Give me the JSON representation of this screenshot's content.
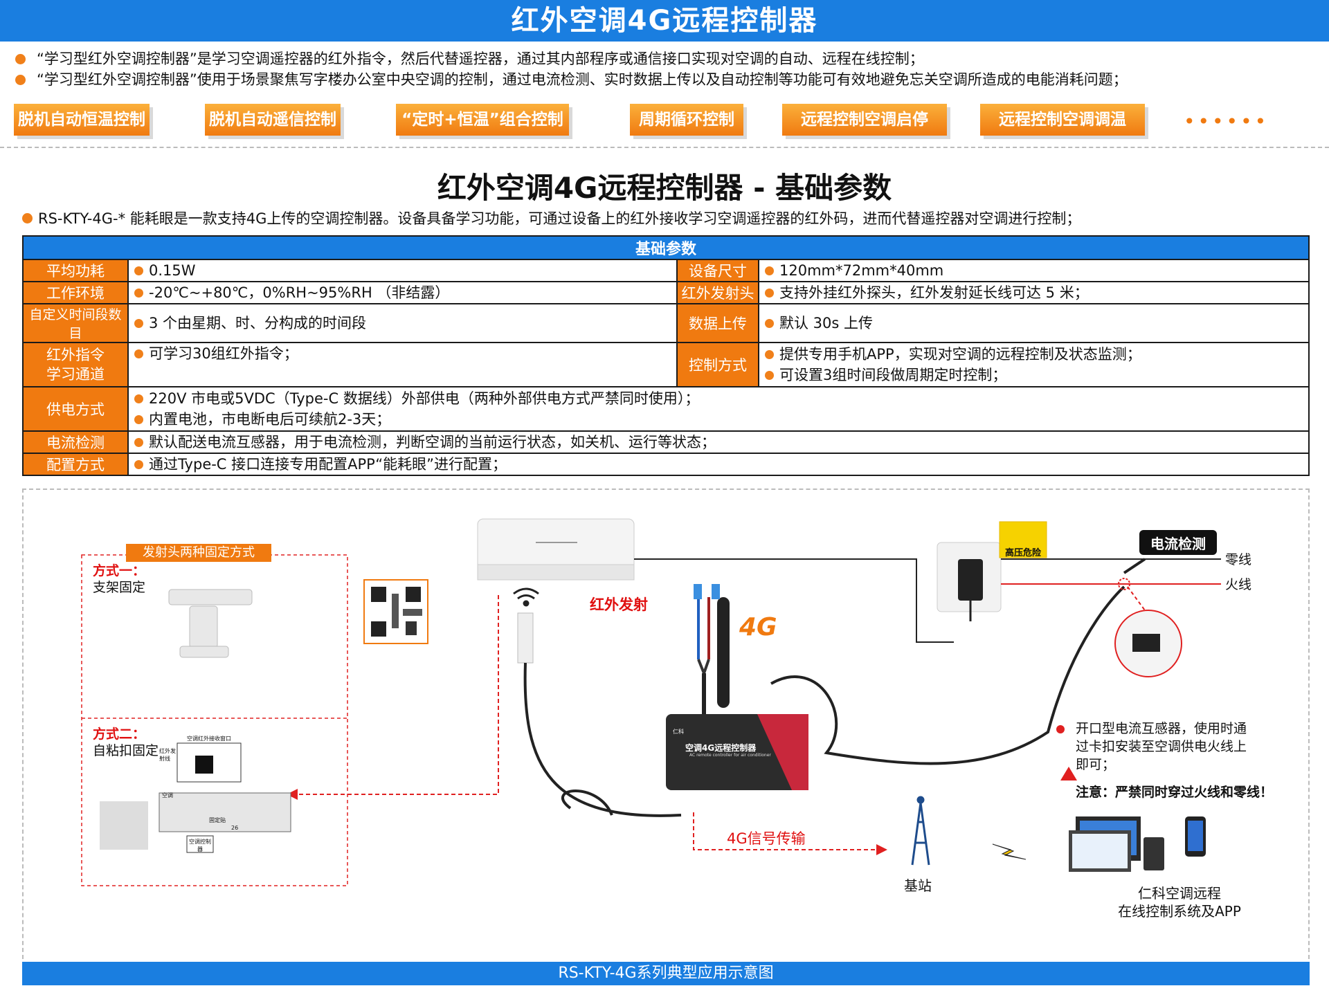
{
  "header": {
    "title": "红外空调4G远程控制器"
  },
  "intro": [
    "“学习型红外空调控制器”是学习空调遥控器的红外指令，然后代替遥控器，通过其内部程序或通信接口实现对空调的自动、远程在线控制；",
    "“学习型红外空调控制器”使用于场景聚焦写字楼办公室中央空调的控制，通过电流检测、实时数据上传以及自动控制等功能可有效地避免忘关空调所造成的电能消耗问题；"
  ],
  "features": [
    "脱机自动恒温控制",
    "脱机自动遥信控制",
    "“定时+恒温”组合控制",
    "周期循环控制",
    "远程控制空调启停",
    "远程控制空调调温"
  ],
  "features_more": "••••••",
  "section": {
    "title": "红外空调4G远程控制器 - 基础参数",
    "desc": "RS-KTY-4G-* 能耗眼是一款支持4G上传的空调控制器。设备具备学习功能，可通过设备上的红外接收学习空调遥控器的红外码，进而代替遥控器对空调进行控制；"
  },
  "params": {
    "header": "基础参数",
    "r1": {
      "l1": "平均功耗",
      "v1": "0.15W",
      "l2": "设备尺寸",
      "v2": "120mm*72mm*40mm"
    },
    "r2": {
      "l1": "工作环境",
      "v1": "-20℃~+80℃，0%RH~95%RH （非结露）",
      "l2": "红外发射头",
      "v2": "支持外挂红外探头，红外发射延长线可达 5 米；"
    },
    "r3": {
      "l1": "自定义时间段数目",
      "v1": "3 个由星期、时、分构成的时间段",
      "l2": "数据上传",
      "v2": "默认 30s 上传"
    },
    "r4": {
      "l1a": "红外指令",
      "l1b": "学习通道",
      "v1": "可学习30组红外指令；",
      "l2": "控制方式",
      "v2a": "提供专用手机APP，实现对空调的远程控制及状态监测；",
      "v2b": "可设置3组时间段做周期定时控制；"
    },
    "r5": {
      "l1": "供电方式",
      "v1a": "220V 市电或5VDC（Type-C 数据线）外部供电（两种外部供电方式严禁同时使用）；",
      "v1b": "内置电池，市电断电后可续航2-3天；"
    },
    "r6": {
      "l1": "电流检测",
      "v1": "默认配送电流互感器，用于电流检测，判断空调的当前运行状态，如关机、运行等状态；"
    },
    "r7": {
      "l1": "配置方式",
      "v1": "通过Type-C 接口连接专用配置APP“能耗眼”进行配置；"
    }
  },
  "diagram": {
    "mount_title": "发射头两种固定方式",
    "way1_title": "方式一：",
    "way1_desc": "支架固定",
    "way2_title": "方式二：",
    "way2_desc": "自粘扣固定",
    "way2_labels": {
      "port": "空调红外接收窗口",
      "emitter": "红外发射线",
      "ac": "空调",
      "fix": "固定贴",
      "temp": "26",
      "ctrl": "空调控制器"
    },
    "ir_emit": "红外发射",
    "lte_badge": "4G",
    "device_label": "空调4G远程控制器",
    "device_sub": "AC remote controller for air conditioner",
    "device_brand": "仁科",
    "hv_sign": "高压危险",
    "current_detect": "电流检测",
    "neutral": "零线",
    "live": "火线",
    "ct_note1": "开口型电流互感器，使用时通",
    "ct_note2": "过卡扣安装至空调供电火线上",
    "ct_note3": "即可；",
    "warn_bold": "注意：",
    "warn_text": "严禁同时穿过火线和零线！",
    "signal": "4G信号传输",
    "base_station": "基站",
    "app1": "仁科空调远程",
    "app2": "在线控制系统及APP"
  },
  "footer": "RS-KTY-4G系列典型应用示意图",
  "colors": {
    "blue": "#1a7ee0",
    "orange": "#f07a10",
    "red": "#e01010"
  }
}
